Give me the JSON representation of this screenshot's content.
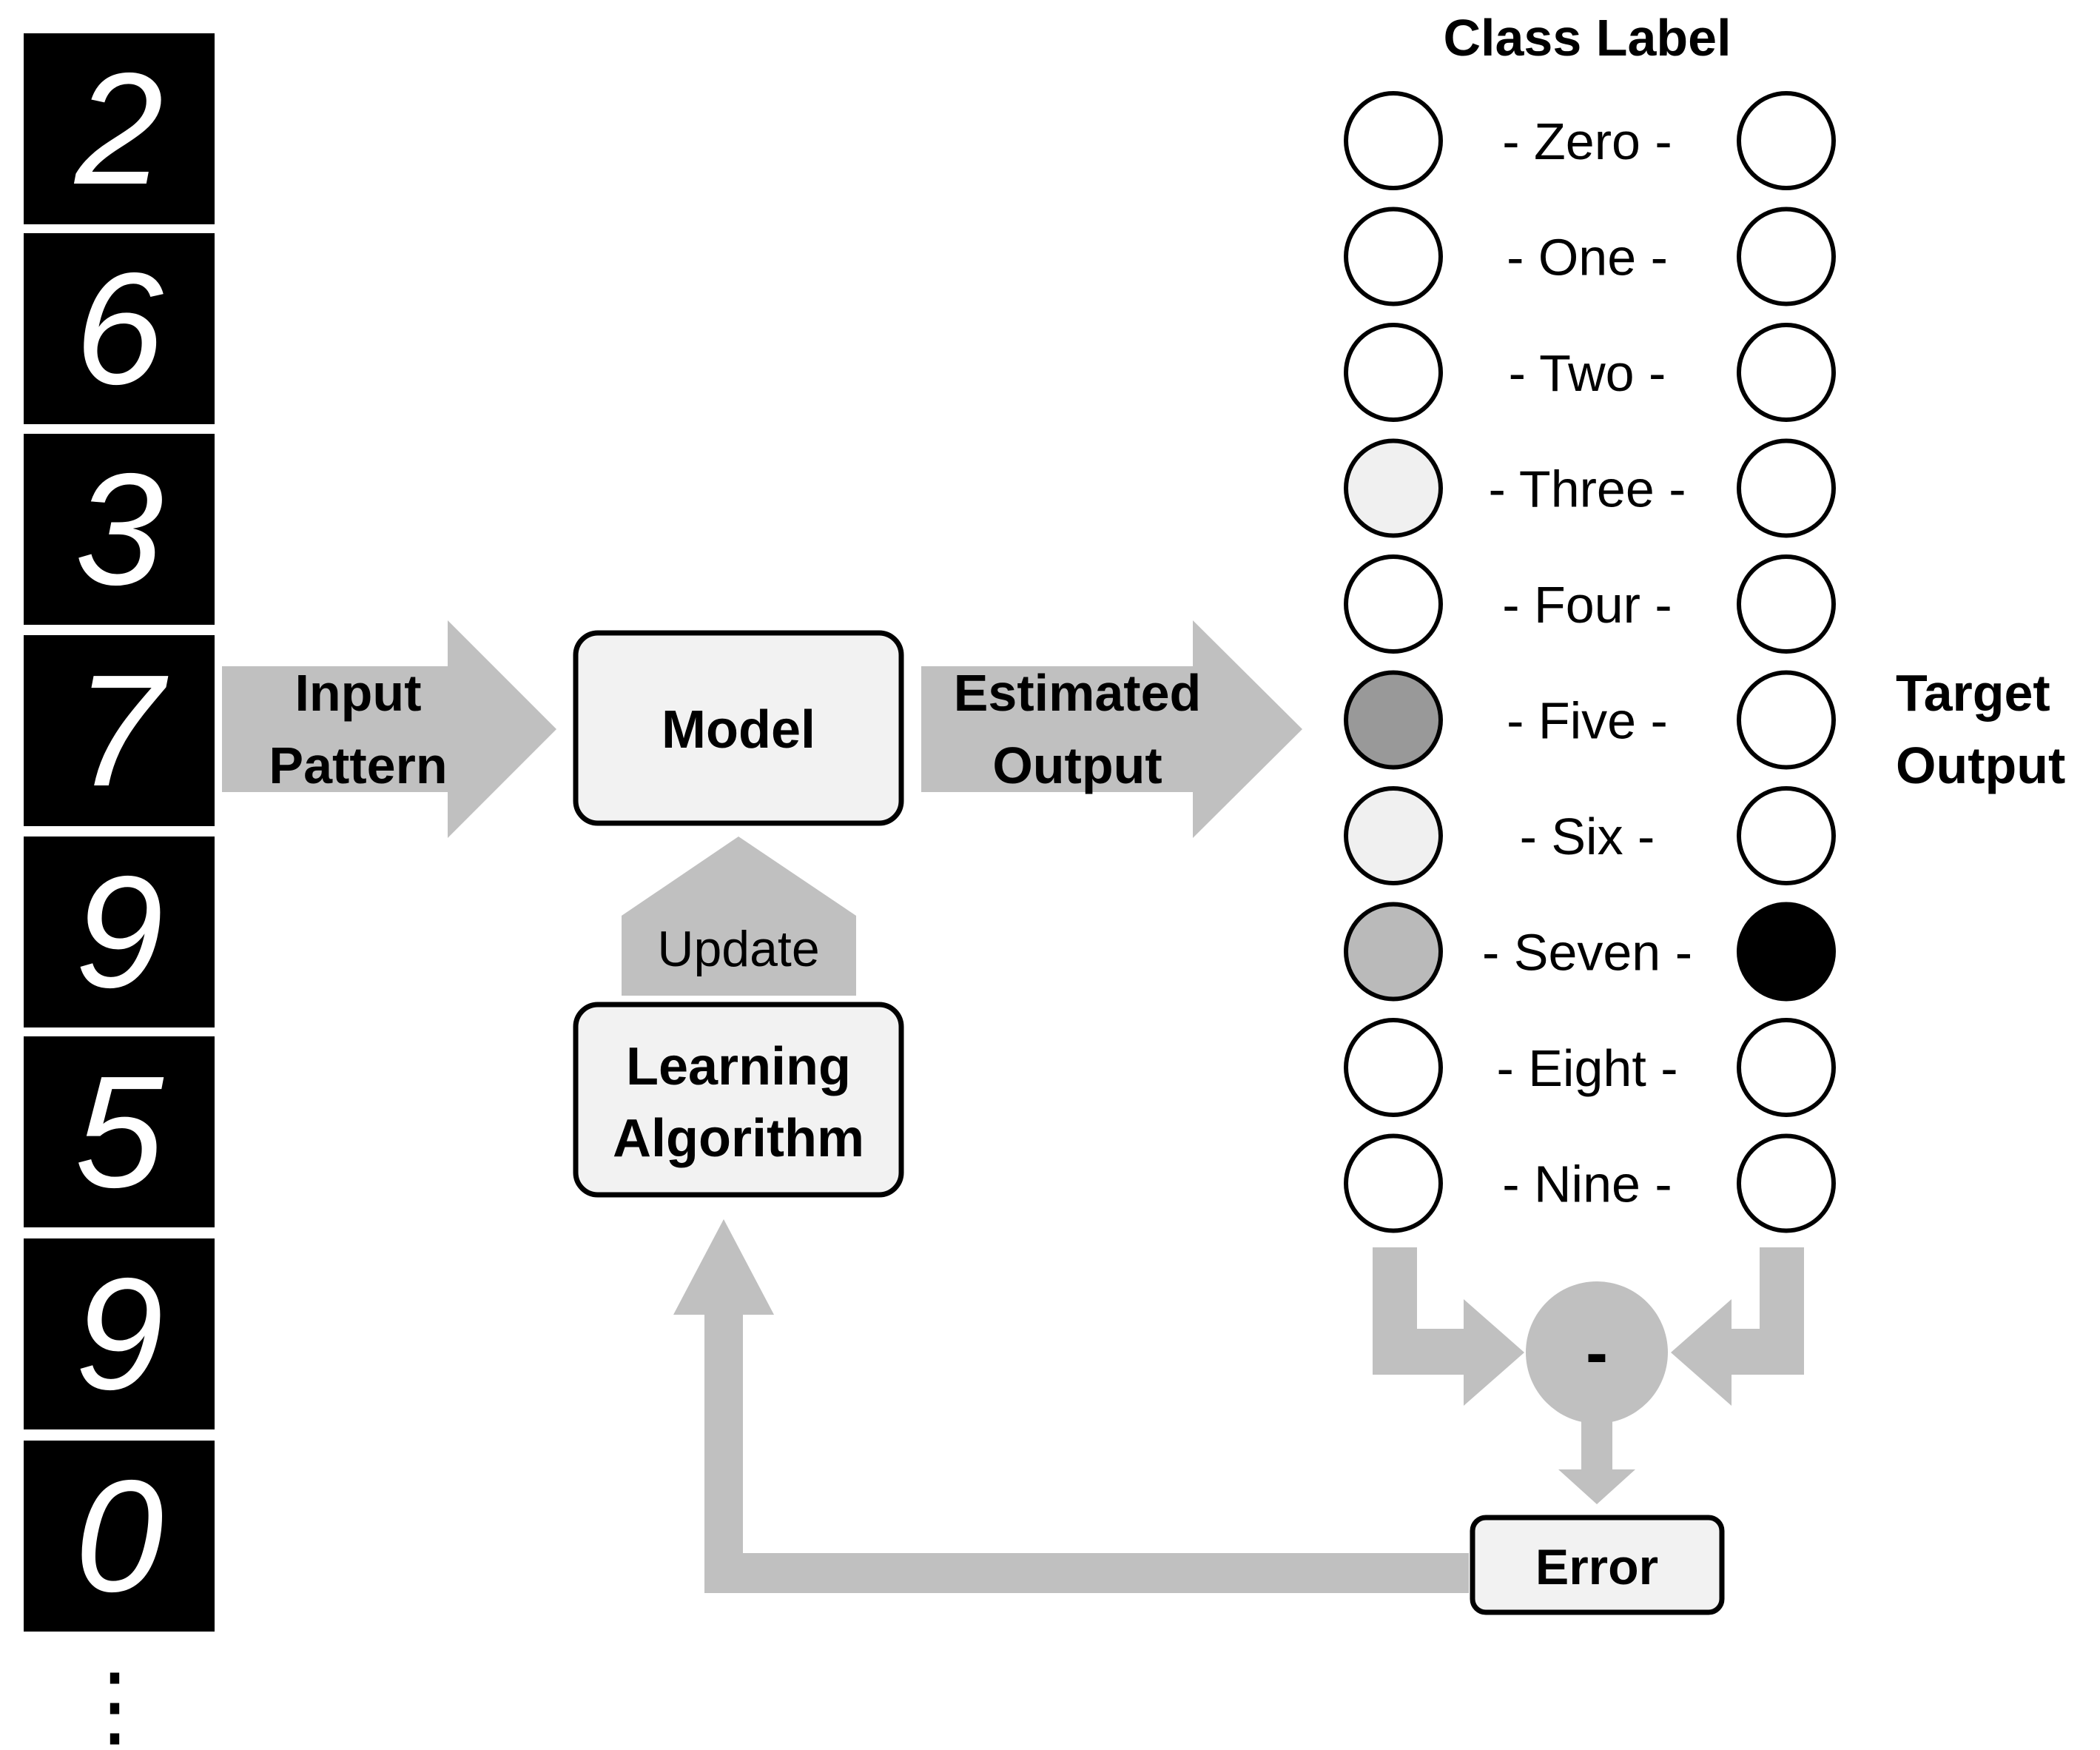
{
  "digit_strip": {
    "digits": [
      "2",
      "6",
      "3",
      "7",
      "9",
      "5",
      "9",
      "0"
    ],
    "continuation": "⋮"
  },
  "arrows": {
    "input": [
      "Input",
      "Pattern"
    ],
    "estimated": [
      "Estimated",
      "Output"
    ],
    "update": "Update"
  },
  "boxes": {
    "model": "Model",
    "learning": [
      "Learning",
      "Algorithm"
    ],
    "error": "Error"
  },
  "class_label_title": "Class Label",
  "target_label": [
    "Target",
    "Output"
  ],
  "subtract_symbol": "-",
  "classes": [
    {
      "label": "- Zero -",
      "estimated_level": 0.0,
      "target_level": 0
    },
    {
      "label": "- One -",
      "estimated_level": 0.0,
      "target_level": 0
    },
    {
      "label": "- Two -",
      "estimated_level": 0.0,
      "target_level": 0
    },
    {
      "label": "- Three -",
      "estimated_level": 0.06,
      "target_level": 0
    },
    {
      "label": "- Four -",
      "estimated_level": 0.0,
      "target_level": 0
    },
    {
      "label": "- Five -",
      "estimated_level": 0.4,
      "target_level": 0
    },
    {
      "label": "- Six -",
      "estimated_level": 0.06,
      "target_level": 0
    },
    {
      "label": "- Seven -",
      "estimated_level": 0.27,
      "target_level": 1
    },
    {
      "label": "- Eight -",
      "estimated_level": 0.0,
      "target_level": 0
    },
    {
      "label": "- Nine -",
      "estimated_level": 0.0,
      "target_level": 0
    }
  ],
  "colors": {
    "arrow_gray": "#c0c0c0",
    "box_fill": "#f2f2f2",
    "stroke": "#000000",
    "digit_bg": "#000000",
    "digit_fg": "#ffffff"
  }
}
